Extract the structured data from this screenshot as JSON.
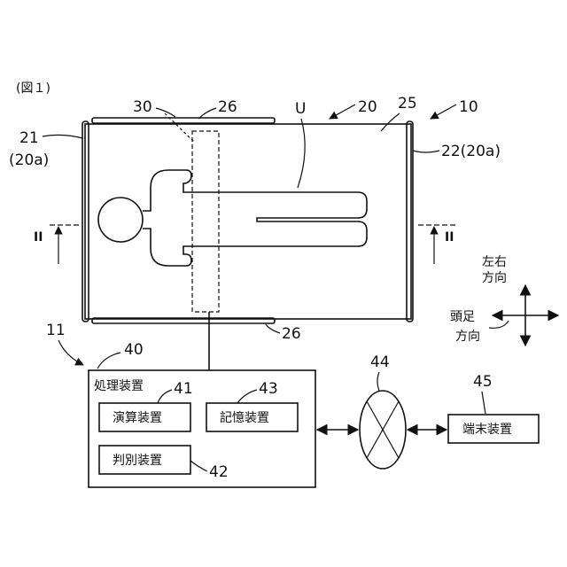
{
  "figure_label": "(図１)",
  "reference_numerals": {
    "n10": "10",
    "n11": "11",
    "n20": "20",
    "n21": "21",
    "n21_sub": "(20a)",
    "n22": "22(20a)",
    "n25": "25",
    "n26_top": "26",
    "n26_bottom": "26",
    "n30": "30",
    "nU": "U",
    "n40": "40",
    "n41": "41",
    "n42": "42",
    "n43": "43",
    "n44": "44",
    "n45": "45"
  },
  "section_marks": {
    "left": "II",
    "right": "II"
  },
  "direction_labels": {
    "lr_line1": "左右",
    "lr_line2": "方向",
    "hf_line1": "頭足",
    "hf_line2": "方向"
  },
  "blocks": {
    "processing_unit": "処理装置",
    "computation_unit": "演算装置",
    "storage_unit": "記憶装置",
    "discrimination_unit": "判別装置",
    "terminal_unit": "端末装置"
  }
}
